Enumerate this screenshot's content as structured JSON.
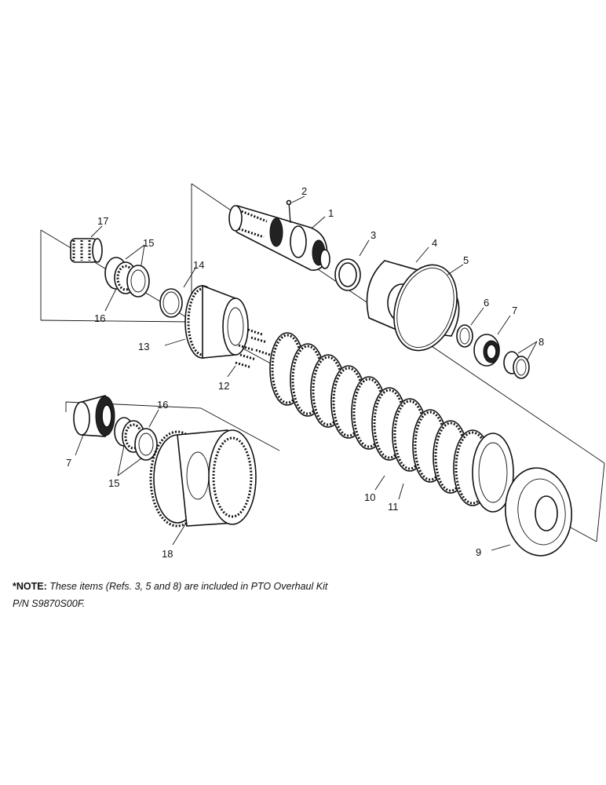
{
  "callouts": {
    "c1": "1",
    "c2": "2",
    "c3": "3",
    "c4": "4",
    "c5": "5",
    "c6": "6",
    "c7a": "7",
    "c8": "8",
    "c9": "9",
    "c10": "10",
    "c11": "11",
    "c12": "12",
    "c13": "13",
    "c14": "14",
    "c15a": "15",
    "c16a": "16",
    "c17": "17",
    "c16b": "16",
    "c7b": "7",
    "c15b": "15",
    "c18": "18"
  },
  "note": {
    "prefix": "*NOTE:",
    "text": "These items (Refs. 3, 5 and 8) are included in PTO Overhaul Kit P/N S9870S00F."
  }
}
